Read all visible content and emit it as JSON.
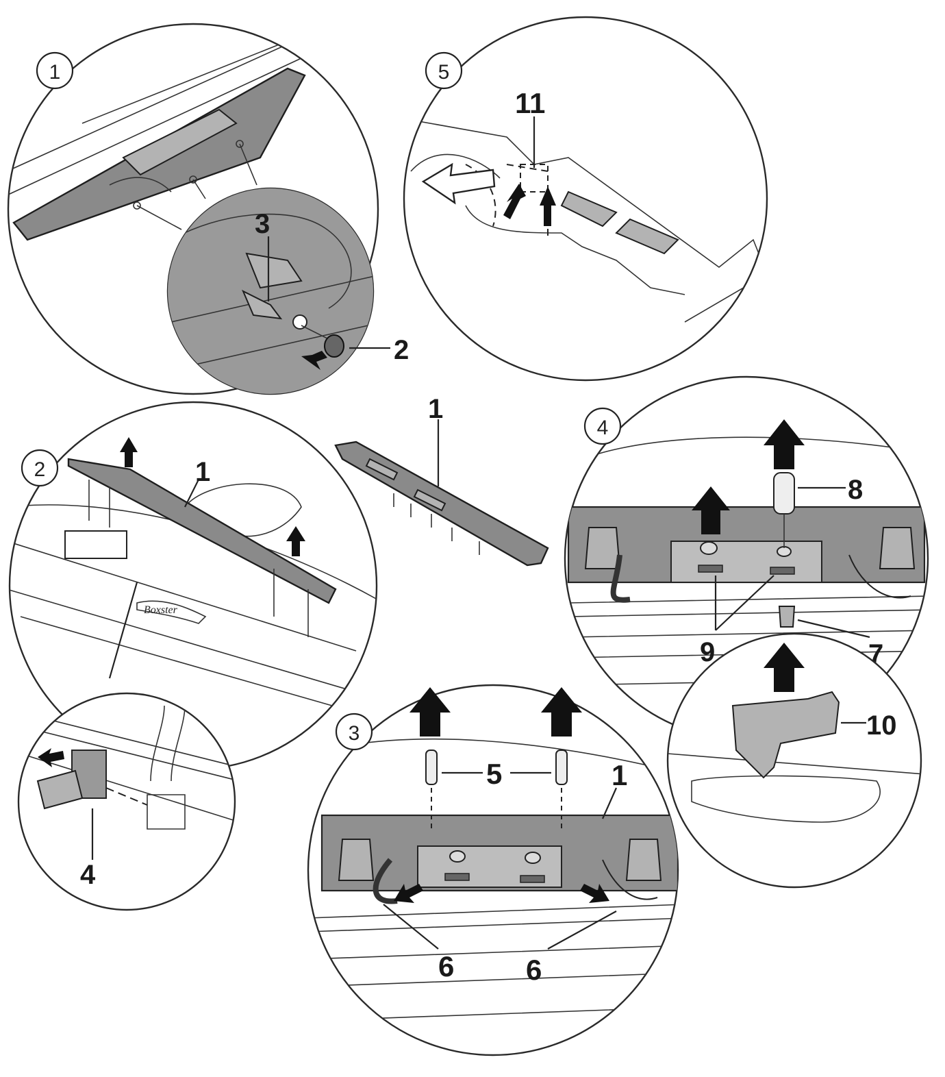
{
  "steps": [
    {
      "id": "1",
      "label": "1"
    },
    {
      "id": "2",
      "label": "2"
    },
    {
      "id": "3",
      "label": "3"
    },
    {
      "id": "4",
      "label": "4"
    },
    {
      "id": "5",
      "label": "5"
    }
  ],
  "callouts": {
    "c1_main": "1",
    "c1_step2": "1",
    "c1_step3": "1",
    "c2": "2",
    "c3": "3",
    "c4": "4",
    "c5a": "5",
    "c6a": "6",
    "c6b": "6",
    "c7": "7",
    "c8": "8",
    "c9": "9",
    "c10": "10",
    "c11": "11"
  },
  "badge_text": "Boxster"
}
